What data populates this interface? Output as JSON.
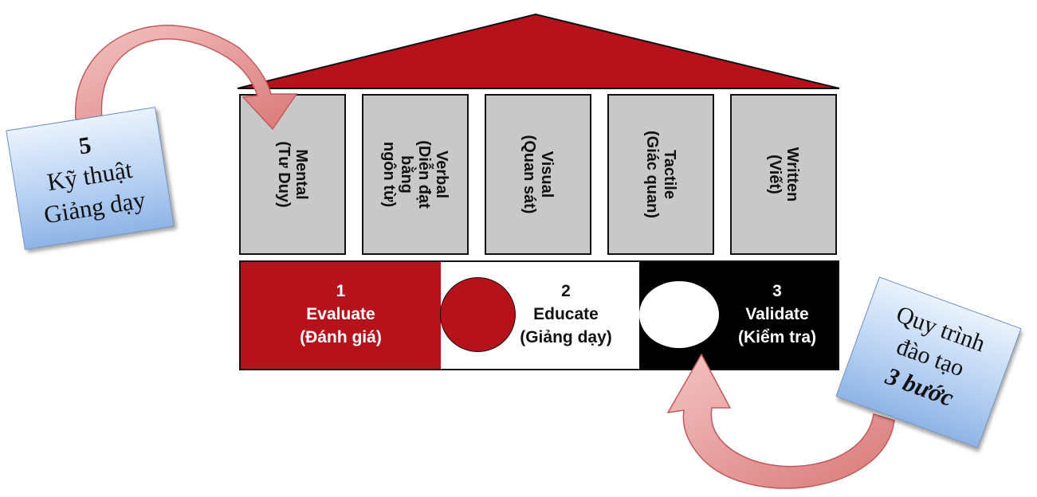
{
  "pillars": [
    {
      "label": "Mental\n(Tư Duy)"
    },
    {
      "label": "Verbal\n(Diễn đạt bằng\nngôn từ)"
    },
    {
      "label": "Visual\n(Quan sát)"
    },
    {
      "label": "Tactile\n(Giác quan)"
    },
    {
      "label": "Written\n(Viết)"
    }
  ],
  "steps": [
    {
      "label": "1\nEvaluate\n(Đánh giá)"
    },
    {
      "label": "2\nEducate\n(Giảng dạy)"
    },
    {
      "label": "3\nValidate\n(Kiểm tra)"
    }
  ],
  "callout_left": {
    "line1": "5",
    "line2": "Kỹ thuật",
    "line3": "Giảng dạy"
  },
  "callout_right": {
    "line1": "Quy trình",
    "line2": "đào tạo",
    "line3": "3 bước"
  },
  "colors": {
    "roof": "#b5121b",
    "pillar": "#c8c8c8",
    "step1": "#b5121b",
    "step2": "#ffffff",
    "step3": "#000000",
    "arrow": "#e89a9a"
  }
}
